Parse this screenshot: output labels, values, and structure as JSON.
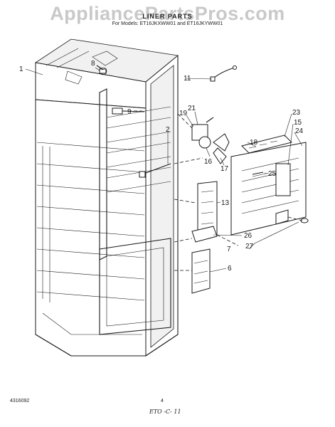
{
  "watermark": "AppliancePartsPros.com",
  "title": "LINER PARTS",
  "subtitle": "For Models: ET16JKXWW01 and ET16JKYWW01",
  "footer": {
    "code": "4316092",
    "page": "4",
    "handwritten": "ETO -C- 11"
  },
  "callouts": {
    "c1": "1",
    "c2": "2",
    "c6": "6",
    "c7": "7",
    "c8": "8",
    "c9": "9",
    "c11": "11",
    "c13": "13",
    "c15": "15",
    "c16": "16",
    "c17": "17",
    "c18": "18",
    "c19": "19",
    "c21": "21",
    "c23": "23",
    "c24": "24",
    "c25": "25",
    "c26": "26",
    "c27": "27"
  }
}
